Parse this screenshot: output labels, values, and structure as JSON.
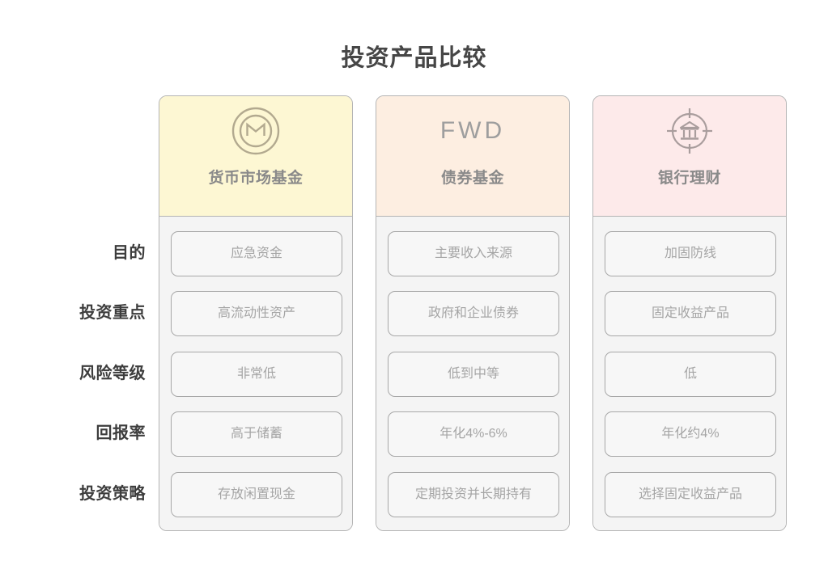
{
  "title": "投资产品比较",
  "row_labels": [
    "目的",
    "投资重点",
    "风险等级",
    "回报率",
    "投资策略"
  ],
  "colors": {
    "money_market_header": "#fdf7d3",
    "bond_header": "#fdeee1",
    "bank_header": "#fdeaea",
    "card_body": "#f4f4f4",
    "cell_fill": "#f7f7f7",
    "border": "#b4b4b4",
    "title_text": "#464646",
    "card_title_text": "#8a8a8a",
    "cell_text": "#a5a5a5",
    "icon_stroke": "#a89f86"
  },
  "columns": [
    {
      "title": "货币市场基金",
      "logo_type": "coin-m-icon",
      "logo_text": "",
      "cells": [
        "应急资金",
        "高流动性资产",
        "非常低",
        "高于储蓄",
        "存放闲置现金"
      ]
    },
    {
      "title": "债券基金",
      "logo_type": "fwd-text-logo",
      "logo_text": "FWD",
      "cells": [
        "主要收入来源",
        "政府和企业债券",
        "低到中等",
        "年化4%-6%",
        "定期投资并长期持有"
      ]
    },
    {
      "title": "银行理财",
      "logo_type": "bank-target-icon",
      "logo_text": "",
      "cells": [
        "加固防线",
        "固定收益产品",
        "低",
        "年化约4%",
        "选择固定收益产品"
      ]
    }
  ]
}
